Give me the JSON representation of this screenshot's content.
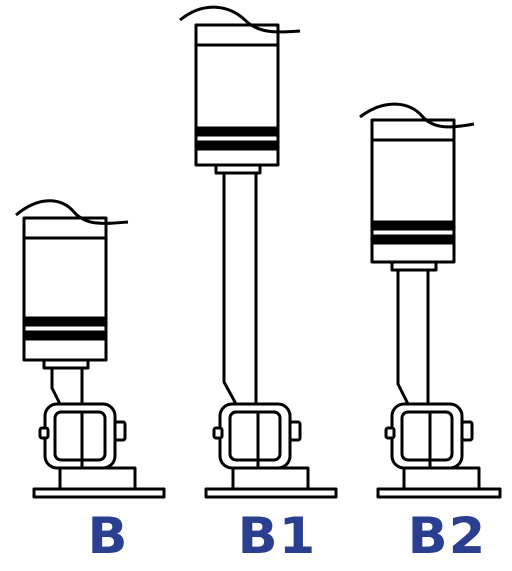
{
  "labels": {
    "b": "B",
    "b1": "B1",
    "b2": "B2"
  },
  "colors": {
    "line": "#000000",
    "fill": "#ffffff",
    "label": "#2a3f8f"
  }
}
